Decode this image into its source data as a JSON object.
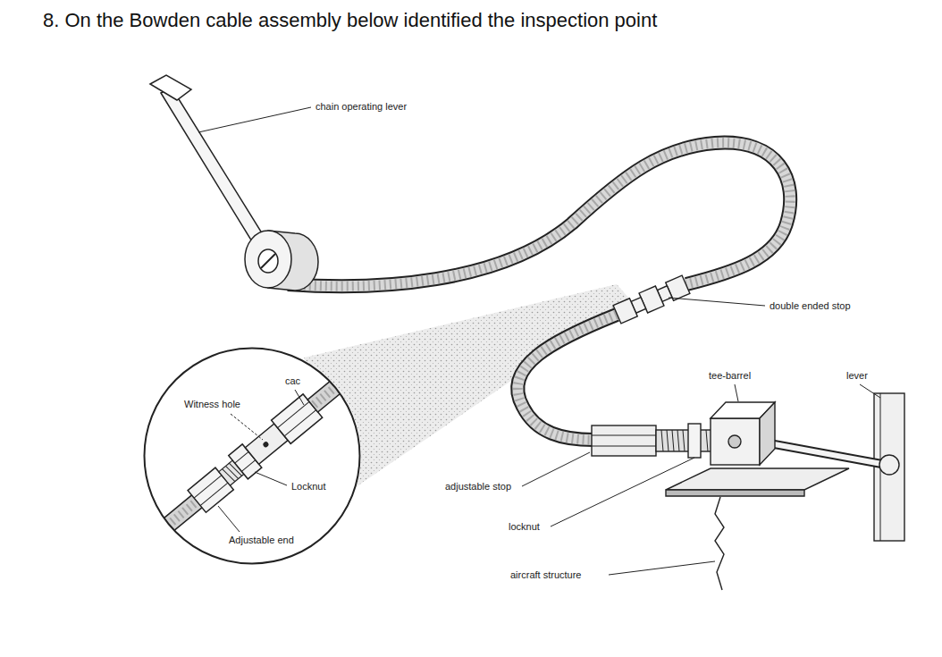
{
  "diagram": {
    "title": "8. On the Bowden cable assembly below identified the inspection point",
    "nodes": [
      {
        "text": [
          "cac",
          "Witness hole",
          "Locknut",
          "Adjustable end"
        ]
      }
    ],
    "labels": [
      "chain operating lever",
      "double ended stop",
      "tee-barrel",
      "lever",
      "adjustable stop",
      "locknut",
      "aircraft structure"
    ]
  }
}
